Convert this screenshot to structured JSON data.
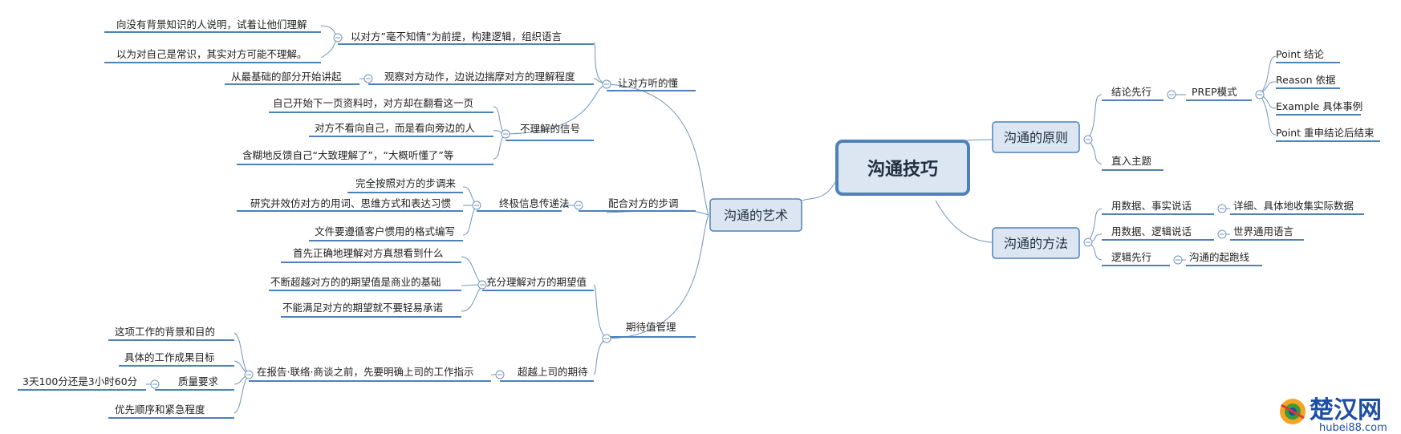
{
  "root": "沟通技巧",
  "main_nodes": {
    "yishu": "沟通的艺术",
    "yuanze": "沟通的原则",
    "fangfa": "沟通的方法"
  },
  "labels": {
    "r1": "让对方听的懂",
    "r1a": "以对方”毫不知情“为前提，构建逻辑，组织语言",
    "r1a1": "向没有背景知识的人说明，试着让他们理解",
    "r1a2": "以为对自己是常识，其实对方可能不理解。",
    "r1b": "观察对方动作，边说边揣摩对方的理解程度",
    "r1b1": "从最基础的部分开始讲起",
    "r1c": "不理解的信号",
    "r1c1": "自己开始下一页资料时，对方却在翻看这一页",
    "r1c2": "对方不看向自己，而是看向旁边的人",
    "r1c3": "含糊地反馈自己“大致理解了”，“大概听懂了”等",
    "r2": "配合对方的步调",
    "r2a": "终极信息传递法",
    "r2a1": "完全按照对方的步调来",
    "r2a2": "研究并效仿对方的用词、思维方式和表达习惯",
    "r2a3": "文件要遵循客户惯用的格式编写",
    "r3": "期待值管理",
    "r3a": "充分理解对方的期望值",
    "r3a1": "首先正确地理解对方真想看到什么",
    "r3a2": "不断超越对方的的期望值是商业的基础",
    "r3a3": "不能满足对方的期望就不要轻易承诺",
    "r3b": "超越上司的期待",
    "r3b1": "在报告·联络·商谈之前，先要明确上司的工作指示",
    "r3b1a": "这项工作的背景和目的",
    "r3b1b": "具体的工作成果目标",
    "r3b1c": "质量要求",
    "r3b1c1": "3天100分还是3小时60分",
    "r3b1d": "优先顺序和紧急程度",
    "p1": "结论先行",
    "p1a": "PREP模式",
    "p1a1": "Point 结论",
    "p1a2": "Reason 依据",
    "p1a3": "Example 具体事例",
    "p1a4": "Point 重申结论后结束",
    "p2": "直入主题",
    "m1": "用数据、事实说话",
    "m1a": "详细、具体地收集实际数据",
    "m2": "用数据、逻辑说话",
    "m2a": "世界通用语言",
    "m3": "逻辑先行",
    "m3a": "沟通的起跑线"
  },
  "watermark": {
    "brand": "楚汉网",
    "url": "hubei88.com"
  },
  "colors": {
    "box_fill": "#dce6f2",
    "box_stroke": "#4e81b8",
    "line": "#6f94bf"
  },
  "icons": [
    "collapse-toggle-icon",
    "watermark-logo-icon"
  ]
}
